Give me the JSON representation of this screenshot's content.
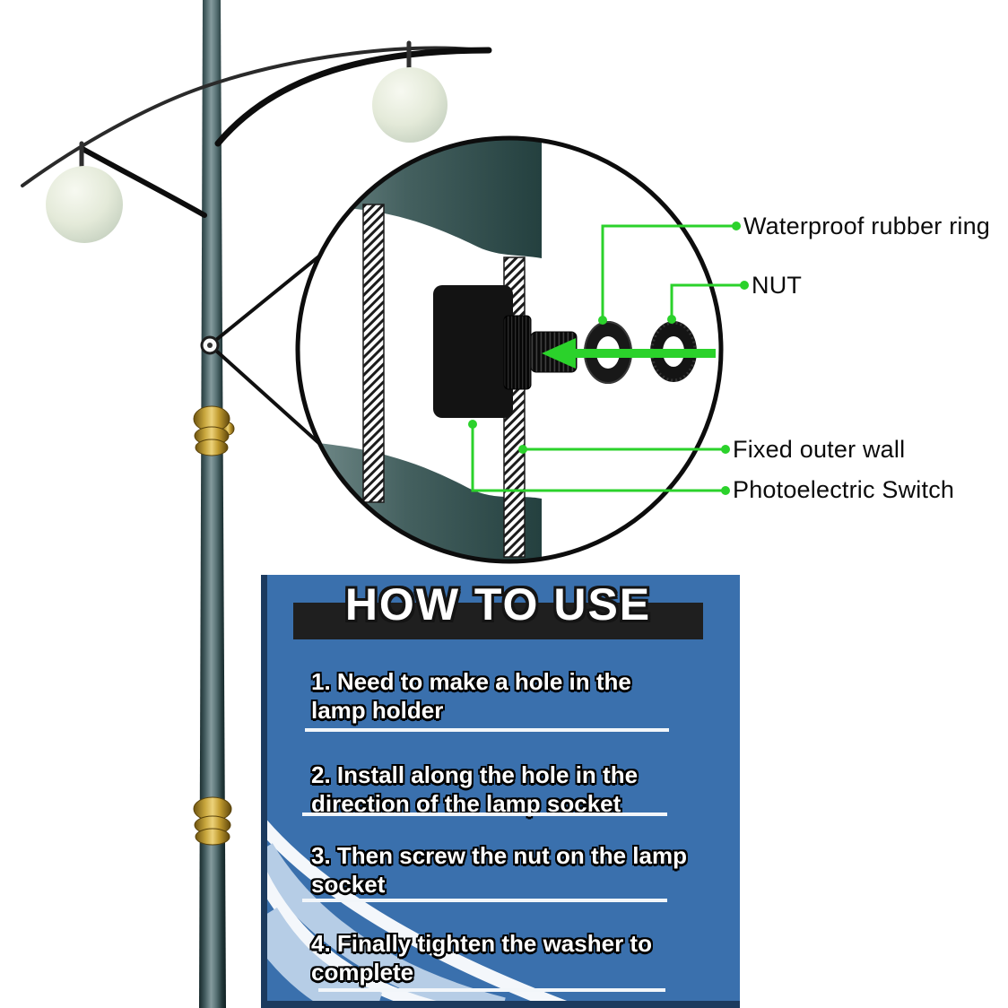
{
  "callouts": {
    "waterproof_ring": "Waterproof rubber ring",
    "nut": "NUT",
    "fixed_outer_wall": "Fixed outer wall",
    "photoelectric_switch": "Photoelectric Switch"
  },
  "panel": {
    "title": "HOW TO USE",
    "steps": [
      {
        "text": "1. Need to make a hole in the\nlamp holder"
      },
      {
        "text": "2. Install along the hole in the\ndirection of the lamp socket"
      },
      {
        "text": "3. Then screw the nut on the lamp\nsocket"
      },
      {
        "text": "4. Finally tighten the washer to\ncomplete"
      }
    ]
  },
  "icons": {
    "magnifier_circle": "zoom-detail-circle",
    "arrow": "green-left-arrow",
    "lamp_globes": "globe-lamp",
    "switch_body": "photoelectric-switch-body",
    "rubber_ring": "waterproof-rubber-ring",
    "nut_ring": "lock-nut"
  },
  "colors": {
    "accent_green": "#2bd22b",
    "panel_blue": "#3a70ad",
    "panel_border_navy": "#1c3a5e",
    "title_bar_black": "#1f1f1f",
    "swoosh_light_blue": "#b6cde6",
    "gold_collar": "#d9b84a",
    "pole_teal": "#5d777a"
  }
}
